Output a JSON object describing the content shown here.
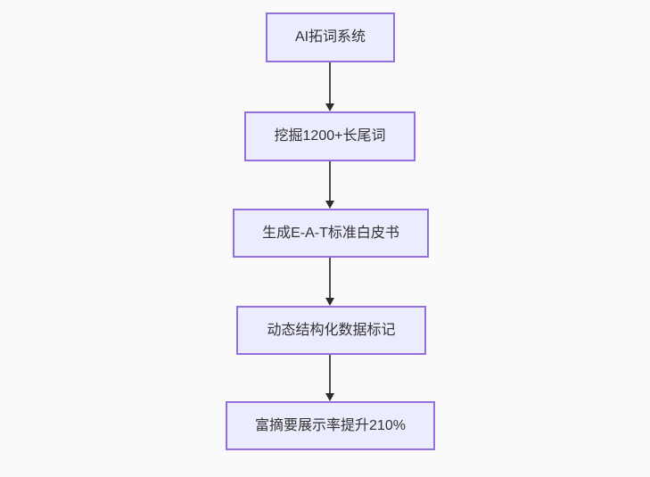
{
  "diagram": {
    "type": "flowchart",
    "direction": "top-down",
    "nodes": [
      {
        "id": "A",
        "label": "AI拓词系统"
      },
      {
        "id": "B",
        "label": "挖掘1200+长尾词"
      },
      {
        "id": "C",
        "label": "生成E-A-T标准白皮书"
      },
      {
        "id": "D",
        "label": "动态结构化数据标记"
      },
      {
        "id": "E",
        "label": "富摘要展示率提升210%"
      }
    ],
    "edges": [
      {
        "from": "A",
        "to": "B",
        "style": "arrow-down"
      },
      {
        "from": "B",
        "to": "C",
        "style": "arrow-down"
      },
      {
        "from": "C",
        "to": "D",
        "style": "arrow-down"
      },
      {
        "from": "D",
        "to": "E",
        "style": "arrow-down"
      }
    ],
    "colors": {
      "node_fill": "#ECECFF",
      "node_border": "#9370DB",
      "node_text": "#333333",
      "edge_line": "#4d4d4d",
      "edge_arrowhead": "#2b2b2b",
      "background": "#fafafa"
    }
  }
}
